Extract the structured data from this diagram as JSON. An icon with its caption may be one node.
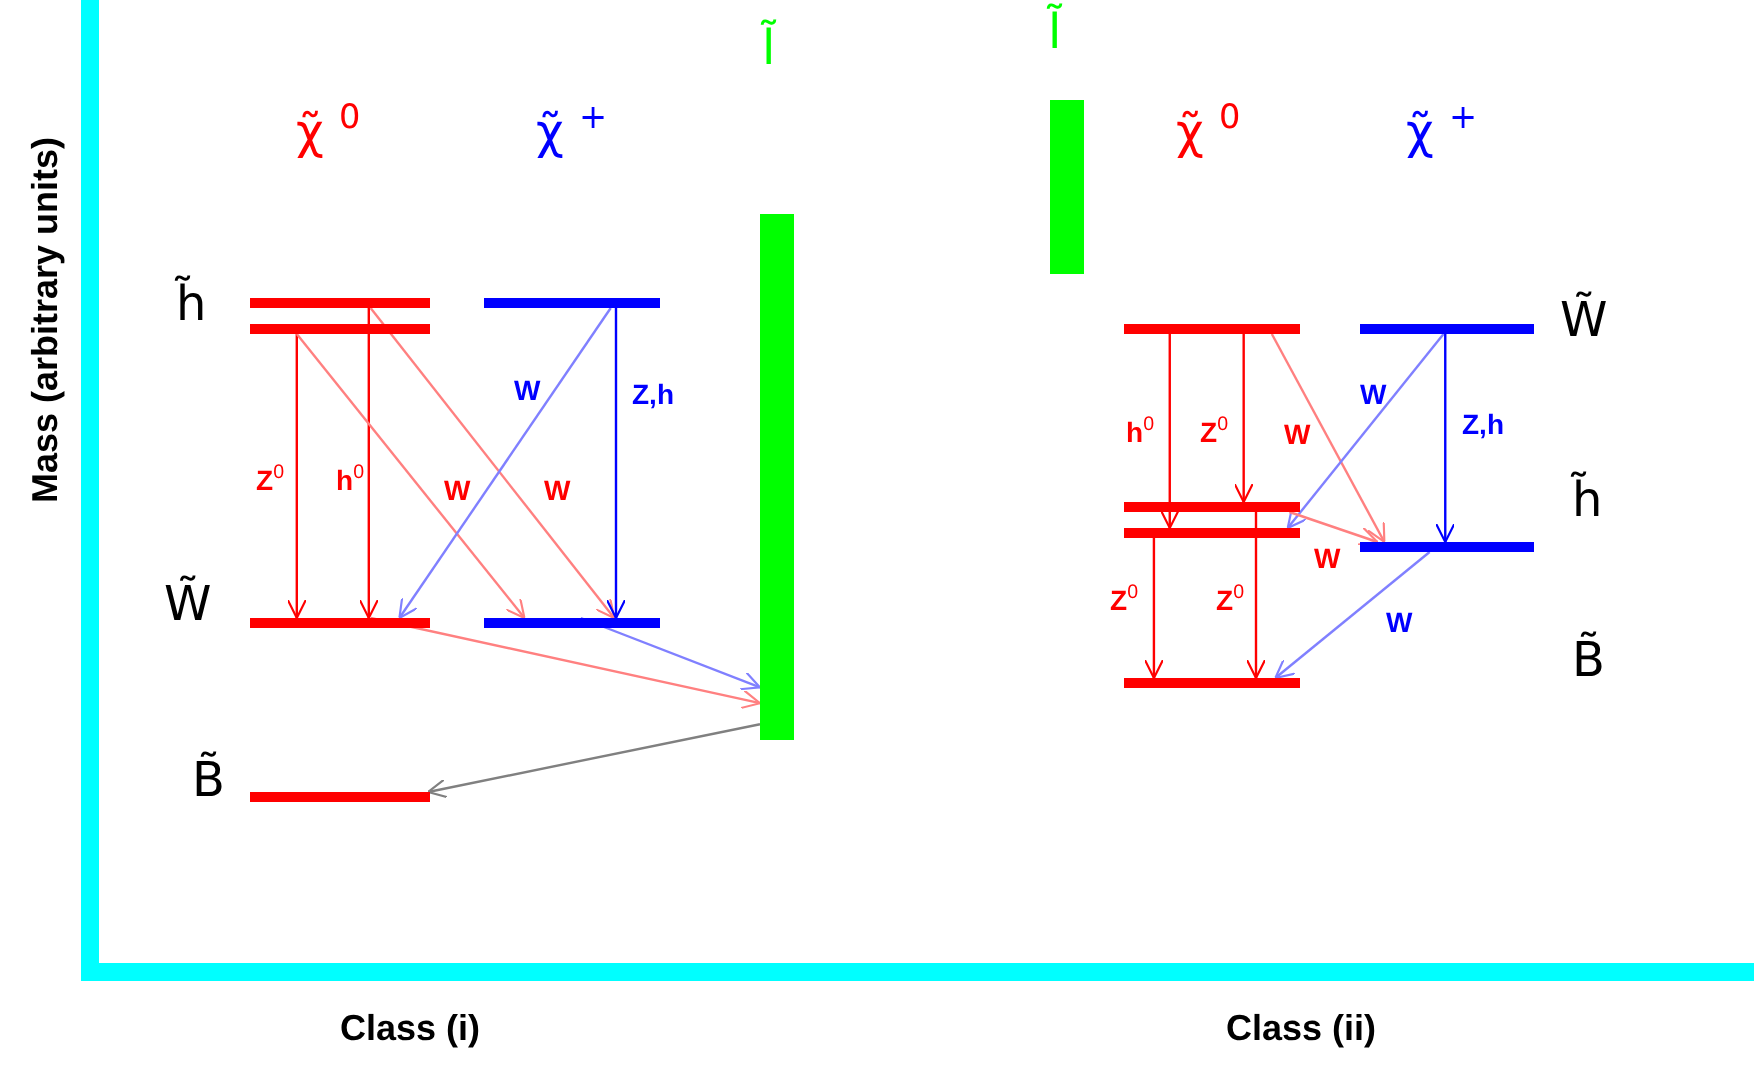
{
  "diagram": {
    "nodes": [
      {
        "text": [],
        "shape": "bar"
      },
      {
        "text": [],
        "shape": "bar"
      },
      {
        "text": [],
        "shape": "bar"
      },
      {
        "text": [],
        "shape": "bar"
      },
      {
        "text": [],
        "shape": "bar"
      },
      {
        "text": [],
        "shape": "bar"
      },
      {
        "text": [],
        "shape": "bar"
      },
      {
        "text": [],
        "shape": "bar"
      },
      {
        "text": [],
        "shape": "bar"
      },
      {
        "text": [],
        "shape": "bar"
      },
      {
        "text": [],
        "shape": "bar"
      },
      {
        "text": [],
        "shape": "bar"
      },
      {
        "text": [],
        "shape": "bar"
      },
      {
        "text": [],
        "shape": "bar"
      }
    ],
    "edges": [
      {
        "from": 1,
        "to": 3,
        "arrow": "to",
        "label": "Z$^{0}$",
        "color": "#ff0000"
      },
      {
        "from": 0,
        "to": 3,
        "arrow": "to",
        "label": "h$^{0}$",
        "color": "#ff0000"
      },
      {
        "from": 1,
        "to": 4,
        "arrow": "to",
        "label": "W",
        "color": "#ff8080"
      },
      {
        "from": 0,
        "to": 4,
        "arrow": "to",
        "label": "W",
        "color": "#ff8080"
      },
      {
        "from": 2,
        "to": 3,
        "arrow": "to",
        "label": "W",
        "color": "#8080ff"
      },
      {
        "from": 2,
        "to": 4,
        "arrow": "to",
        "label": "Z,h",
        "color": "#0000ff"
      },
      {
        "from": 3,
        "to": 6,
        "arrow": "to",
        "color": "#ff8080"
      },
      {
        "from": 4,
        "to": 6,
        "arrow": "to",
        "color": "#8080ff"
      },
      {
        "from": 6,
        "to": 5,
        "arrow": "to",
        "color": "#808080"
      },
      {
        "from": 8,
        "to": 11,
        "arrow": "to",
        "label": "h$^{0}$",
        "color": "#ff0000"
      },
      {
        "from": 8,
        "to": 10,
        "arrow": "to",
        "label": "Z$^{0}$",
        "color": "#ff0000"
      },
      {
        "from": 8,
        "to": 12,
        "arrow": "to",
        "label": "W",
        "color": "#ff8080"
      },
      {
        "from": 9,
        "to": 11,
        "arrow": "to",
        "label": "W",
        "color": "#8080ff"
      },
      {
        "from": 9,
        "to": 12,
        "arrow": "to",
        "label": "Z,h",
        "color": "#0000ff"
      },
      {
        "from": 10,
        "to": 12,
        "arrow": "to",
        "label": "W",
        "color": "#ff8080"
      },
      {
        "from": 11,
        "to": 13,
        "arrow": "to",
        "label": "Z$^{0}$",
        "color": "#ff0000"
      },
      {
        "from": 10,
        "to": 13,
        "arrow": "to",
        "label": "Z$^{0}$",
        "color": "#ff0000"
      },
      {
        "from": 12,
        "to": 13,
        "arrow": "to",
        "label": "W",
        "color": "#8080ff"
      }
    ],
    "labels": [
      "Mass (arbitrary units)",
      "l̃",
      "χ̃ $^{0}$",
      "χ̃ $^{+}$",
      "h̃",
      "W̃",
      "B̃",
      "l̃",
      "χ̃ $^{0}$",
      "χ̃ $^{+}$",
      "W̃",
      "h̃",
      "B̃",
      "Class (i)",
      "Class (ii)"
    ]
  }
}
